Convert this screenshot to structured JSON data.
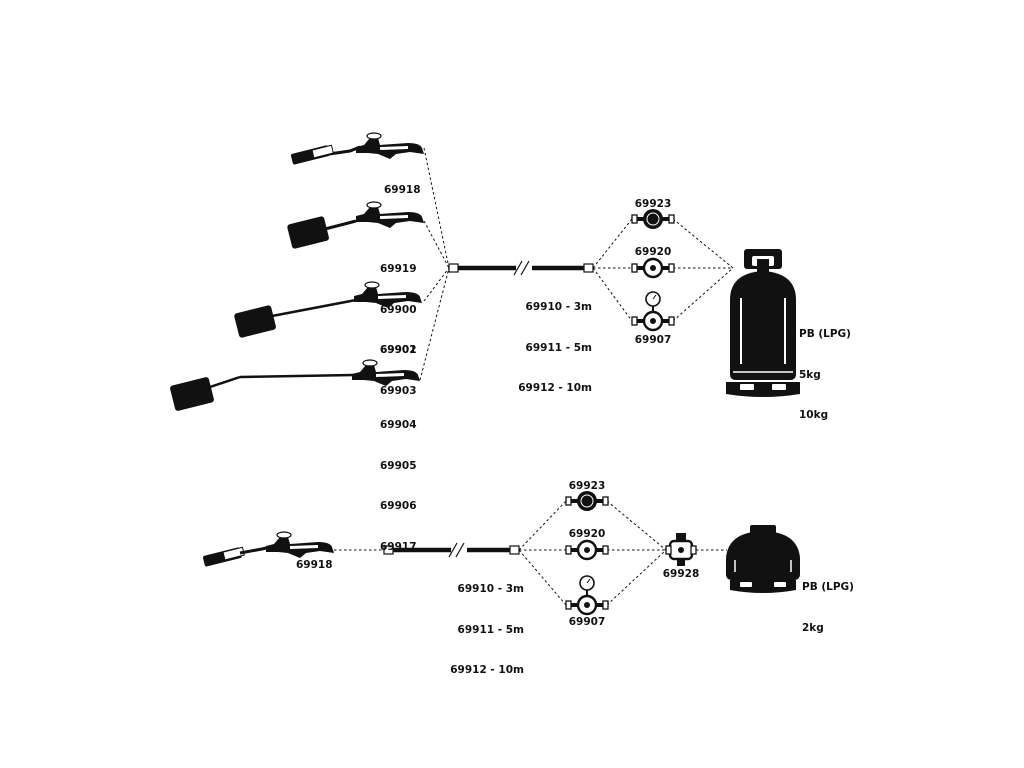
{
  "colors": {
    "ink": "#111111",
    "background": "#ffffff"
  },
  "top_system": {
    "torches": [
      {
        "codes": [
          "69918"
        ]
      },
      {
        "codes": [
          "69919",
          "69900",
          "69901"
        ]
      },
      {
        "codes": [
          "69902",
          "69903"
        ]
      },
      {
        "codes": [
          "69904",
          "69905",
          "69906",
          "69917"
        ]
      }
    ],
    "hose_codes": [
      "69910 - 3m",
      "69911 - 5m",
      "69912 - 10m"
    ],
    "regulators": [
      "69923",
      "69920",
      "69907"
    ],
    "cylinder_lines": [
      "PB (LPG)",
      "5kg",
      "10kg"
    ]
  },
  "bottom_system": {
    "torch_code": "69918",
    "hose_codes": [
      "69910 - 3m",
      "69911 - 5m",
      "69912 - 10m"
    ],
    "regulators": [
      "69923",
      "69920",
      "69907"
    ],
    "adapter_code": "69928",
    "cylinder_lines": [
      "PB (LPG)",
      "2kg"
    ]
  }
}
